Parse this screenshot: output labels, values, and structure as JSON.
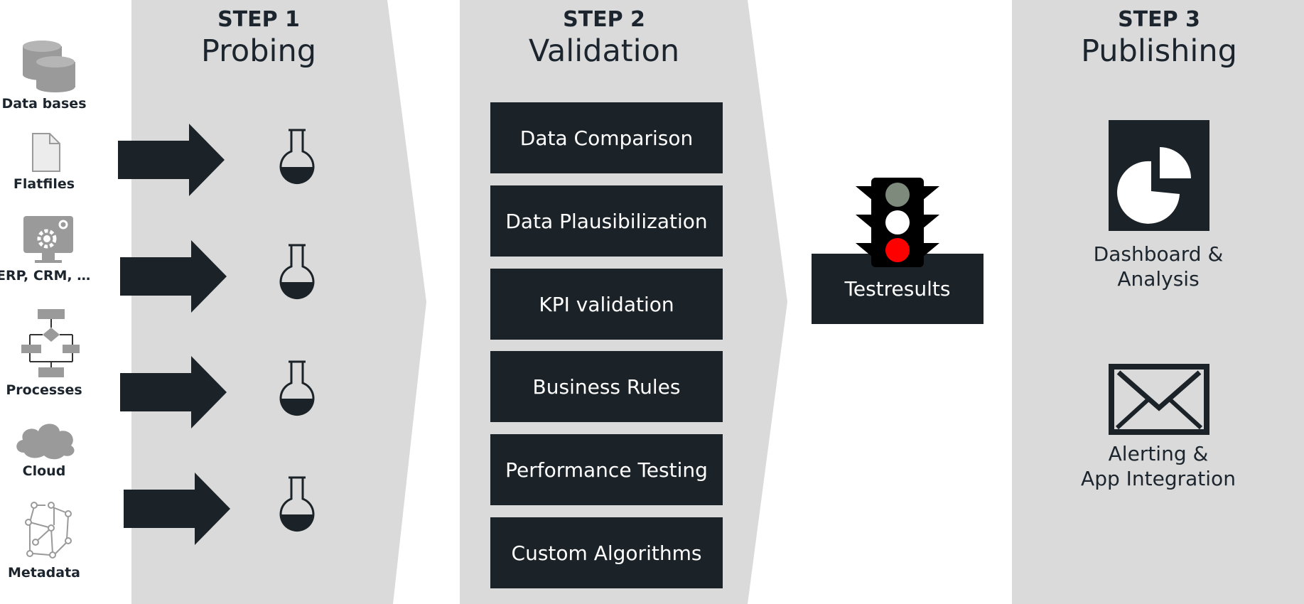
{
  "steps": [
    {
      "number": "STEP 1",
      "title": "Probing"
    },
    {
      "number": "STEP 2",
      "title": "Validation"
    },
    {
      "number": "STEP 3",
      "title": "Publishing"
    }
  ],
  "sources": [
    {
      "label": "Data bases",
      "icon": "database-icon"
    },
    {
      "label": "Flatfiles",
      "icon": "file-icon"
    },
    {
      "label": "ERP, CRM, …",
      "icon": "monitor-gear-icon"
    },
    {
      "label": "Processes",
      "icon": "flowchart-icon"
    },
    {
      "label": "Cloud",
      "icon": "cloud-icon"
    },
    {
      "label": "Metadata",
      "icon": "network-graph-icon"
    }
  ],
  "validation_items": [
    "Data Comparison",
    "Data Plausibilization",
    "KPI validation",
    "Business Rules",
    "Performance Testing",
    "Custom Algorithms"
  ],
  "testresults": {
    "label": "Testresults",
    "icon": "traffic-light-icon"
  },
  "outputs": [
    {
      "line1": "Dashboard &",
      "line2": "Analysis",
      "icon": "pie-chart-icon"
    },
    {
      "line1": "Alerting &",
      "line2": "App Integration",
      "icon": "envelope-icon"
    }
  ],
  "colors": {
    "dark": "#1b2329",
    "panel": "#d9dad9",
    "icon_gray": "#9a9a9a",
    "light_green": "#7d8a7c",
    "light_white": "#ffffff",
    "light_red": "#ff0000"
  }
}
